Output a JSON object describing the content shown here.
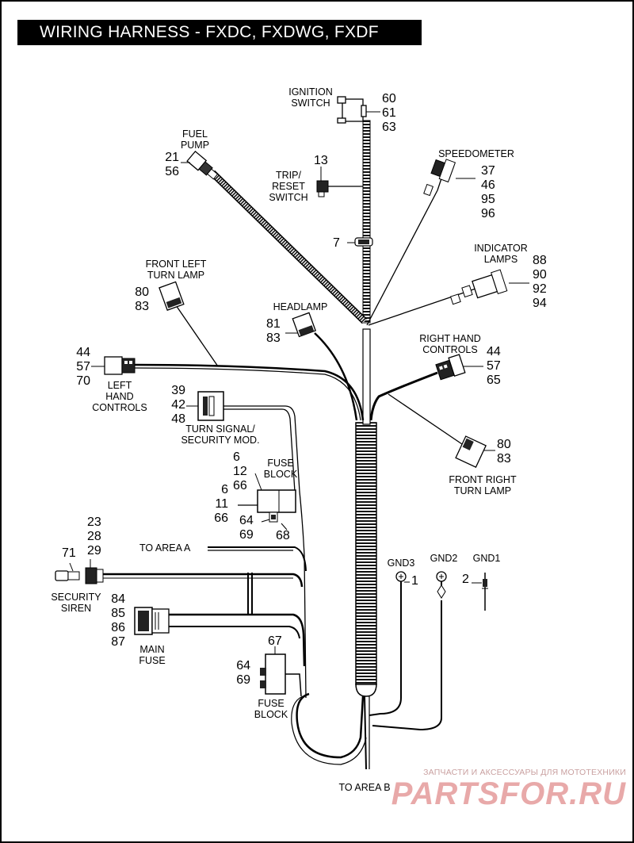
{
  "title": "WIRING HARNESS - FXDC, FXDWG, FXDF",
  "components": {
    "ignition_switch": {
      "label": "IGNITION\nSWITCH",
      "refs": "60\n61\n63"
    },
    "fuel_pump": {
      "label": "FUEL\nPUMP",
      "refs": "21\n56"
    },
    "trip_reset_switch": {
      "label": "TRIP/\nRESET\nSWITCH",
      "refs": "13"
    },
    "speedometer": {
      "label": "SPEEDOMETER",
      "refs": "37\n46\n95\n96"
    },
    "clip": {
      "refs": "7"
    },
    "indicator_lamps": {
      "label": "INDICATOR\nLAMPS",
      "refs": "88\n90\n92\n94"
    },
    "front_left_turn_lamp": {
      "label": "FRONT LEFT\nTURN LAMP",
      "refs": "80\n83"
    },
    "headlamp": {
      "label": "HEADLAMP",
      "refs": "81\n83"
    },
    "right_hand_controls": {
      "label": "RIGHT HAND\nCONTROLS",
      "refs": "44\n57\n65"
    },
    "left_hand_controls": {
      "label": "LEFT\nHAND\nCONTROLS",
      "refs": "44\n57\n70"
    },
    "turn_signal_module": {
      "label": "TURN SIGNAL/\nSECURITY MOD.",
      "refs": "39\n42\n48"
    },
    "front_right_turn_lamp": {
      "label": "FRONT RIGHT\nTURN LAMP",
      "refs": "80\n83"
    },
    "fuse_block_upper": {
      "label": "FUSE\nBLOCK",
      "refs_top": "6\n12\n66",
      "refs_left": "6\n11\n66",
      "refs_bottom": "64\n69",
      "ref_right": "68"
    },
    "security_siren": {
      "label": "SECURITY\nSIREN",
      "refs_top": "23\n28\n29",
      "ref_left": "71"
    },
    "main_fuse": {
      "label": "MAIN\nFUSE",
      "refs": "84\n85\n86\n87"
    },
    "fuse_block_lower": {
      "label": "FUSE\nBLOCK",
      "ref_top": "67",
      "refs_left": "64\n69"
    },
    "gnd3": {
      "label": "GND3",
      "ref": "1"
    },
    "gnd2": {
      "label": "GND2",
      "ref": "2"
    },
    "gnd1": {
      "label": "GND1"
    }
  },
  "to_area_a": "TO AREA A",
  "to_area_b": "TO AREA B",
  "watermark": {
    "sub": "ЗАПЧАСТИ И АКСЕССУАРЫ ДЛЯ МОТОТЕХНИКИ",
    "main": "PARTSFOR.RU"
  },
  "colors": {
    "watermark": "#e8a9a9",
    "title_bg": "#000000"
  }
}
